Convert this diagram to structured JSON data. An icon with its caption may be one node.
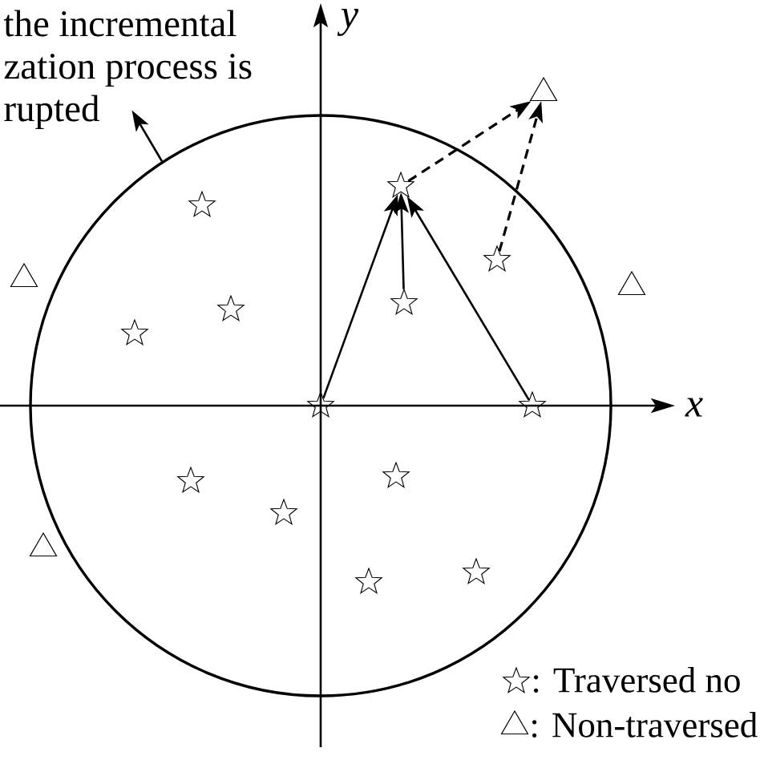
{
  "diagram": {
    "nodes": [
      {
        "text": [
          "the incremental zation process is rupted"
        ]
      },
      {
        "text": [],
        "shape": "circle"
      },
      {
        "text": [],
        "shape": "triangle"
      },
      {
        "text": [],
        "shape": "star",
        "in": 1
      },
      {
        "text": [],
        "shape": "star",
        "in": 1
      },
      {
        "text": [],
        "shape": "star",
        "in": 1
      },
      {
        "text": [],
        "shape": "triangle"
      },
      {
        "text": [],
        "shape": "triangle"
      },
      {
        "text": [],
        "shape": "star",
        "in": 1
      },
      {
        "text": [],
        "shape": "star",
        "in": 1
      },
      {
        "text": [],
        "shape": "star",
        "in": 1
      },
      {
        "text": [],
        "shape": "star",
        "in": 1
      },
      {
        "text": [],
        "shape": "star",
        "in": 1
      },
      {
        "text": [],
        "shape": "star",
        "in": 1
      },
      {
        "text": [],
        "shape": "star",
        "in": 1
      },
      {
        "text": [],
        "shape": "star",
        "in": 1
      },
      {
        "text": [],
        "shape": "triangle"
      },
      {
        "text": [],
        "shape": "star",
        "in": 1
      },
      {
        "text": [],
        "shape": "star",
        "in": 1
      }
    ],
    "edges": [
      {
        "from": 1,
        "to": 0,
        "arrow": "to"
      },
      {
        "from": 11,
        "to": 3,
        "arrow": "to"
      },
      {
        "from": 8,
        "to": 3,
        "arrow": "to"
      },
      {
        "from": 12,
        "to": 3,
        "arrow": "to"
      },
      {
        "from": 3,
        "to": 2,
        "arrow": "to",
        "style": "dashed"
      },
      {
        "from": 5,
        "to": 2,
        "arrow": "to",
        "style": "dashed"
      }
    ],
    "labels": [
      "y",
      "x"
    ],
    "legend": [
      {
        "text": ": Traversed no"
      },
      {
        "text": ": Non-traversed"
      }
    ]
  }
}
